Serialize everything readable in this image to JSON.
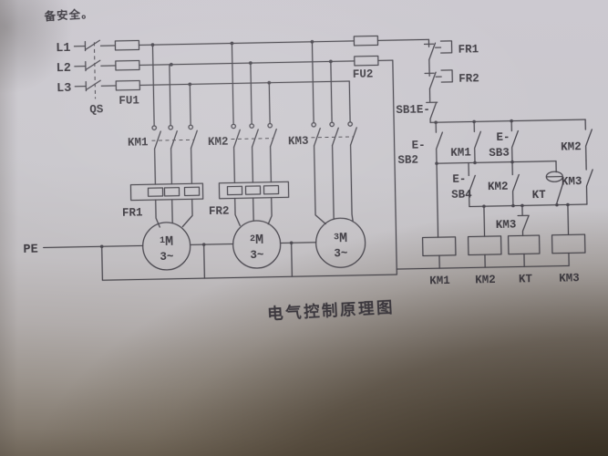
{
  "photo": {
    "top_text": "备安全。",
    "title": "电气控制原理图"
  },
  "power": {
    "phases": [
      "L1",
      "L2",
      "L3"
    ],
    "switch_label": "QS",
    "fuse_main": "FU1",
    "fuse_control": "FU2",
    "contactors": [
      "KM1",
      "KM2",
      "KM3"
    ],
    "overloads": [
      "FR1",
      "FR2"
    ],
    "pe": "PE",
    "motors": [
      {
        "prefix": "1",
        "m": "M",
        "sub": "3~"
      },
      {
        "prefix": "2",
        "m": "M",
        "sub": "3~"
      },
      {
        "prefix": "3",
        "m": "M",
        "sub": "3~"
      }
    ]
  },
  "control": {
    "fr1_contact": "FR1",
    "fr2_contact": "FR2",
    "stop_button": "SB1",
    "start_button_1": "SB2",
    "start_button_2": "SB3",
    "start_button_3": "SB4",
    "actuator": "E-",
    "km1_selfhold": "KM1",
    "km2_top_right": "KM2",
    "km2_selfhold": "KM2",
    "kt_contact": "KT",
    "km3_selfhold": "KM3",
    "km3_interlock": "KM3",
    "coils": [
      "KM1",
      "KM2",
      "KT",
      "KM3"
    ]
  },
  "colors": {
    "paper": "#ccc9d0",
    "ink": "#3c3a42",
    "shadow": "#3b3227"
  }
}
